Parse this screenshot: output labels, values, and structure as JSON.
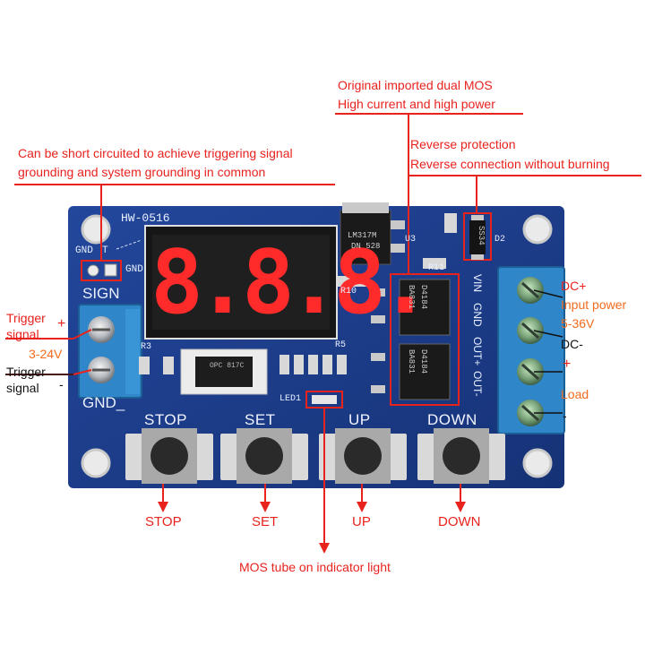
{
  "annotations": {
    "mos": [
      "Original imported dual MOS",
      "High current and high power"
    ],
    "short": [
      "Can be short circuited to achieve triggering signal",
      "grounding and system grounding in common"
    ],
    "reverse": [
      "Reverse protection",
      "Reverse connection without burning"
    ],
    "trigger_plus": "Trigger",
    "trigger_plus_2": "signal",
    "plus_sign": "+",
    "voltage": "3-24V",
    "trigger_minus": "Trigger",
    "trigger_minus_2": "signal",
    "minus_sign": "-",
    "dc_plus": "DC+",
    "input_power": "Input power",
    "input_range": "5-36V",
    "dc_minus": "DC-",
    "load_plus": "+",
    "load": "Load",
    "load_minus": "-",
    "indicator": "MOS tube on indicator light"
  },
  "board": {
    "model": "HW-0516",
    "display": "8.8.8.",
    "gnd_left": "GND",
    "t_label": "T",
    "gnd_right": "GND",
    "sign": "SIGN",
    "gnd_bottom": "GND_",
    "r3": "R3",
    "r5": "R5",
    "r10": "R10",
    "r11": "R11",
    "u3": "U3",
    "d2": "D2",
    "led1": "LED1",
    "regulator": [
      "LM317M",
      "DN 528"
    ],
    "diode": "SS34",
    "mos1": [
      "D4184",
      "BA831"
    ],
    "mos2": [
      "D4184",
      "BA831"
    ],
    "opto": "OPC 817C",
    "vin": "VIN",
    "gnd_r": "GND",
    "out_plus": "OUT+",
    "out_minus": "OUT-"
  },
  "buttons": [
    {
      "board_label": "STOP",
      "caption": "STOP"
    },
    {
      "board_label": "SET",
      "caption": "SET"
    },
    {
      "board_label": "UP",
      "caption": "UP"
    },
    {
      "board_label": "DOWN",
      "caption": "DOWN"
    }
  ],
  "colors": {
    "annotation_red": "#e8231e",
    "annotation_orange": "#f26b1d",
    "pcb_blue": "#1b3a8a",
    "terminal_blue": "#2f86c8",
    "display_red": "#ff2a2a"
  }
}
